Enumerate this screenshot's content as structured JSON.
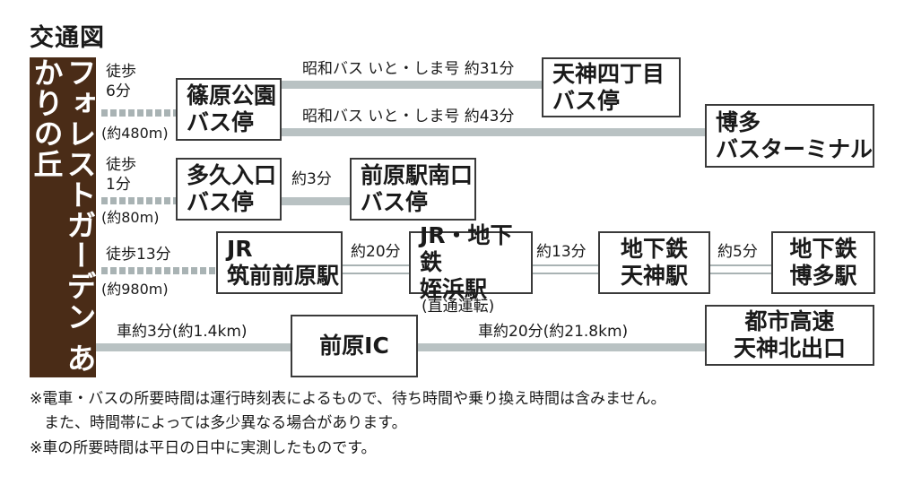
{
  "title": "交通図",
  "origin": "フォレストガーデン あかりの丘",
  "walk": {
    "w1_line1": "徒歩",
    "w1_line2": "6分",
    "w1_dist": "(約480m)",
    "w2_line1": "徒歩",
    "w2_line2": "1分",
    "w2_dist": "(約80m)",
    "w3_line1": "徒歩13分",
    "w3_dist": "(約980m)"
  },
  "stops": {
    "shinohara_l1": "篠原公園",
    "shinohara_l2": "バス停",
    "tenjin4_l1": "天神四丁目",
    "tenjin4_l2": "バス停",
    "hakata_bt_l1": "博多",
    "hakata_bt_l2": "バスターミナル",
    "takuiriguchi_l1": "多久入口",
    "takuiriguchi_l2": "バス停",
    "maebaru_south_l1": "前原駅南口",
    "maebaru_south_l2": "バス停",
    "jr_l1": "JR",
    "jr_l2": "筑前前原駅",
    "meinohama_l1": "JR・地下鉄",
    "meinohama_l2": "姪浜駅",
    "sub_tenjin_l1": "地下鉄",
    "sub_tenjin_l2": "天神駅",
    "sub_hakata_l1": "地下鉄",
    "sub_hakata_l2": "博多駅",
    "maebaru_ic": "前原IC",
    "tenjin_exit_l1": "都市高速",
    "tenjin_exit_l2": "天神北出口"
  },
  "routes": {
    "bus_31": "昭和バス いと・しま号 約31分",
    "bus_43": "昭和バス いと・しま号 約43分",
    "bus_3": "約3分",
    "train_20": "約20分",
    "train_13": "約13分",
    "train_5": "約5分",
    "direct": "(直通運転)",
    "car_3": "車約3分(約1.4km)",
    "car_20": "車約20分(約21.8km)"
  },
  "notes": {
    "n1": "※電車・バスの所要時間は運行時刻表によるもので、待ち時間や乗り換え時間は含みません。",
    "n2": "また、時間帯によっては多少異なる場合があります。",
    "n3": "※車の所要時間は平日の日中に実測したものです。"
  },
  "colors": {
    "origin_bg": "#4a2c17",
    "route_line": "#b9c2c3",
    "box_border": "#3a3a3a"
  }
}
